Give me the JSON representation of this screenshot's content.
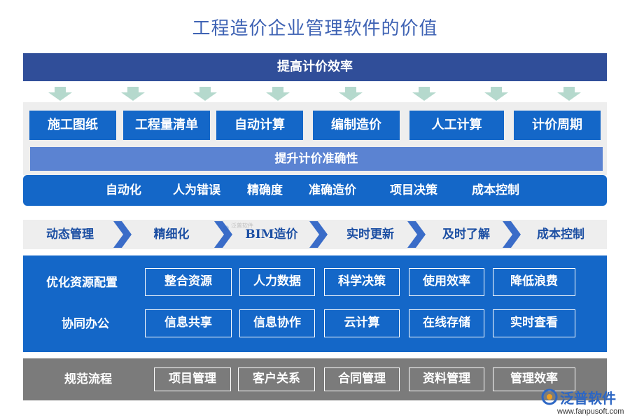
{
  "title": "工程造价企业管理软件的价值",
  "bar1": "提高计价效率",
  "blue_boxes": [
    "施工图纸",
    "工程量清单",
    "自动计算",
    "编制造价",
    "人工计算",
    "计价周期"
  ],
  "bar2": "提升计价准确性",
  "bar3_items": [
    "自动化",
    "人为错误",
    "精确度",
    "准确造价",
    "项目决策",
    "成本控制"
  ],
  "flow_items": [
    "动态管理",
    "精细化",
    "BIM造价",
    "实时更新",
    "及时了解",
    "成本控制"
  ],
  "row1": {
    "label": "优化资源配置",
    "items": [
      "整合资源",
      "人力数据",
      "科学决策",
      "使用效率",
      "降低浪费"
    ]
  },
  "row2": {
    "label": "协同办公",
    "items": [
      "信息共享",
      "信息协作",
      "云计算",
      "在线存储",
      "实时查看"
    ]
  },
  "row3": {
    "label": "规范流程",
    "items": [
      "项目管理",
      "客户关系",
      "合同管理",
      "资料管理",
      "管理效率"
    ]
  },
  "logo": {
    "name": "泛普软件",
    "url": "www.fanpusoft.com"
  },
  "watermark": "泛普软件",
  "colors": {
    "dark_blue": "#304e99",
    "blue": "#1467c8",
    "light_blue": "#5b83d2",
    "gray": "#7b7b7b",
    "arrow_green": "#b5d9cd",
    "chevron": "#3a6cc8"
  }
}
